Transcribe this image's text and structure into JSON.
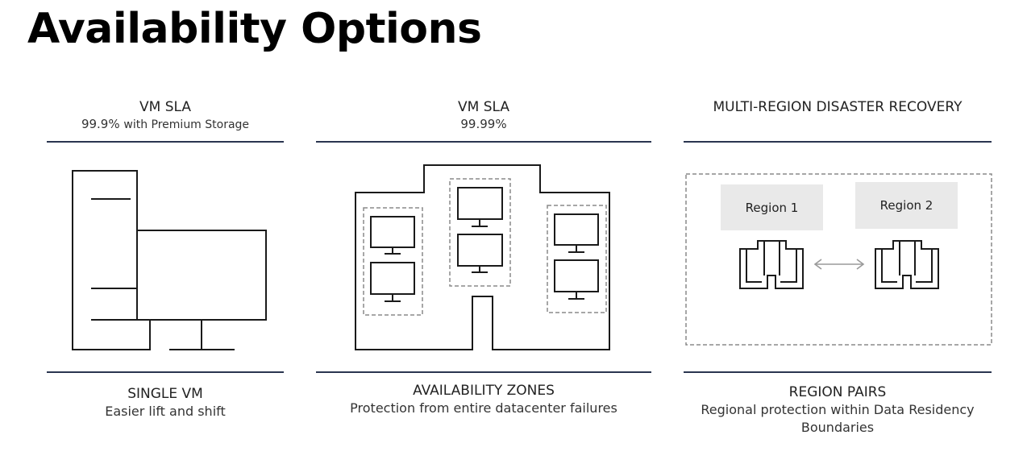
{
  "page": {
    "title": "Availability Options"
  },
  "columns": [
    {
      "header_title": "VM SLA",
      "header_value": "99.9%",
      "header_note": "with Premium Storage",
      "footer_title": "SINGLE VM",
      "footer_desc": "Easier lift and shift",
      "icon": "single-vm-illustration"
    },
    {
      "header_title": "VM SLA",
      "header_value": "99.99%",
      "footer_title": "AVAILABILITY ZONES",
      "footer_desc": "Protection from entire datacenter failures",
      "icon": "availability-zones-illustration"
    },
    {
      "header_title": "MULTI-REGION DISASTER RECOVERY",
      "footer_title": "REGION PAIRS",
      "footer_desc_line1": "Regional protection within Data Residency",
      "footer_desc_line2": "Boundaries",
      "icon": "region-pairs-illustration",
      "regions": [
        "Region 1",
        "Region 2"
      ]
    }
  ],
  "colors": {
    "rule": "#2a3550",
    "stroke": "#1a1a1a",
    "dashed": "#8a8a8a",
    "region_fill": "#e9e9e9",
    "arrow": "#9a9a9a"
  }
}
